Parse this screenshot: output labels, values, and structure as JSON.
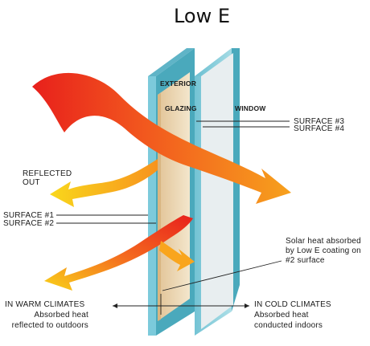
{
  "title": "Low E",
  "panels": {
    "exterior": "EXTERIOR",
    "glazing": "GLAZING",
    "window": "WINDOW"
  },
  "labels": {
    "surface3": "SURFACE #3",
    "surface4": "SURFACE #4",
    "reflected_line1": "REFLECTED",
    "reflected_line2": "OUT",
    "surface1": "SURFACE #1",
    "surface2": "SURFACE #2",
    "solar_line1": "Solar heat absorbed",
    "solar_line2": "by Low E coating on",
    "solar_line3": "#2 surface",
    "warm_title": "IN WARM CLIMATES",
    "warm_line1": "Absorbed heat",
    "warm_line2": "reflected to outdoors",
    "cold_title": "IN COLD CLIMATES",
    "cold_line1": "Absorbed heat",
    "cold_line2": "conducted indoors"
  },
  "colors": {
    "glass": "#8fd0dc",
    "glass_edge": "#4aa9bc",
    "glazing": "#ecd9b8",
    "window_pane": "#e8eef0",
    "heat_hot": "#e8201c",
    "heat_mid": "#f47a1f",
    "heat_cool": "#f9d21a"
  }
}
